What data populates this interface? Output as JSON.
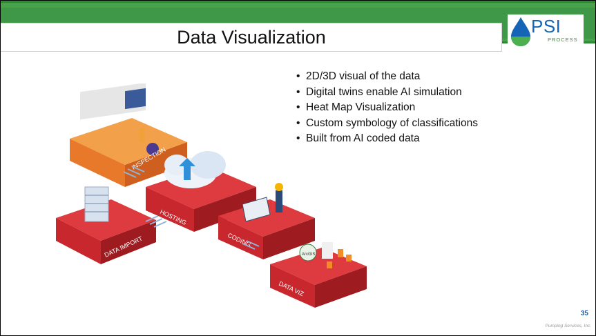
{
  "title": "Data Visualization",
  "logo": {
    "text": "PSI",
    "subtext": "PROCESS"
  },
  "bullets": [
    "2D/3D visual of the data",
    "Digital twins enable AI simulation",
    "Heat Map Visualization",
    "Custom symbology of classifications",
    "Built from AI coded data"
  ],
  "illustration": {
    "labels": [
      "INSPECTION",
      "HOSTING",
      "DATA IMPORT",
      "CODING",
      "DATA VIZ"
    ],
    "badge": "ArcGIS"
  },
  "page_number": "35",
  "footer": "Pumping Services, Inc.",
  "colors": {
    "header_green": "#3f9848",
    "platform_red": "#c8272d",
    "platform_orange": "#e8782a",
    "logo_blue": "#1565b6"
  }
}
